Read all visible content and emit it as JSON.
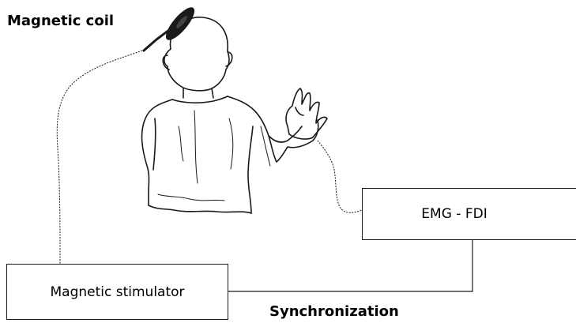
{
  "labels": {
    "coil": "Magnetic coil",
    "stimulator": "Magnetic stimulator",
    "emg": "EMG - FDI",
    "sync": "Synchronization"
  },
  "colors": {
    "line": "#1a1a1a",
    "coil_fill": "#1a1a1a",
    "background": "#ffffff"
  },
  "icons": {
    "figure": "person-back-view-hand-raised-illustration",
    "coil": "magnetic-coil-paddle"
  }
}
